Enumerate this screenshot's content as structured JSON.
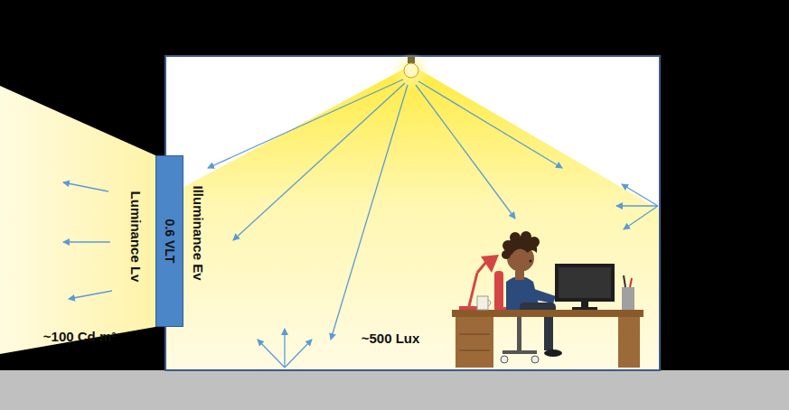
{
  "diagram": {
    "nodes": [
      {
        "text": [
          "0.6 VLT"
        ]
      }
    ],
    "labels": [
      "Luminance Lv",
      "Illuminance Ev",
      "~100 Cd m²",
      "~500 Lux"
    ]
  }
}
